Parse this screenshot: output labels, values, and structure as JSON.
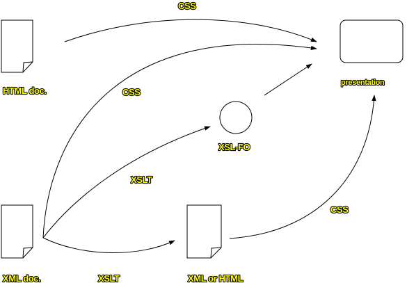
{
  "colors": {
    "label_fill": "#ffff00",
    "label_outline": "#000000",
    "line": "#000000",
    "background": "#ffffff"
  },
  "nodes": {
    "html_doc": {
      "label": "HTML doc.",
      "icon": "document-icon"
    },
    "xml_doc": {
      "label": "XML doc.",
      "icon": "document-icon"
    },
    "xml_or_html": {
      "label": "XML or HTML",
      "icon": "document-icon"
    },
    "xsl_fo": {
      "label": "XSL-FO",
      "icon": "circle-icon"
    },
    "presentation": {
      "label": "presentation",
      "icon": "screen-icon"
    }
  },
  "edges": {
    "html_css": {
      "label": "CSS",
      "from": "HTML doc.",
      "to": "presentation"
    },
    "xml_css": {
      "label": "CSS",
      "from": "XML doc.",
      "to": "presentation"
    },
    "xml_xslt_fo": {
      "label": "XSLT",
      "from": "XML doc.",
      "to": "XSL-FO"
    },
    "xml_xslt_doc": {
      "label": "XSLT",
      "from": "XML doc.",
      "to": "XML or HTML"
    },
    "doc_css": {
      "label": "CSS",
      "from": "XML or HTML",
      "to": "presentation"
    },
    "fo_render": {
      "label": "",
      "from": "XSL-FO",
      "to": "presentation"
    }
  }
}
